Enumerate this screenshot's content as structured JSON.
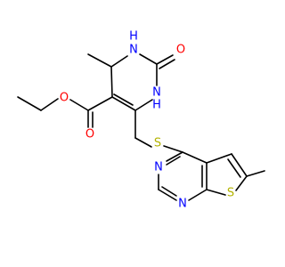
{
  "colors": {
    "background": "#ffffff",
    "bond": "#000000",
    "nitrogen": "#0000ff",
    "oxygen": "#ff0000",
    "sulfur": "#b3b300"
  },
  "atoms": {
    "nh_top": "H",
    "n_top": "N",
    "o_carbonyl_top": "O",
    "n_bottom": "N",
    "h_bottom": "H",
    "o_ester_double": "O",
    "o_ester_single": "O",
    "s_thioether": "S",
    "n_pyrimidine_left": "N",
    "n_pyrimidine_bottom": "N",
    "s_thiophene": "S"
  }
}
